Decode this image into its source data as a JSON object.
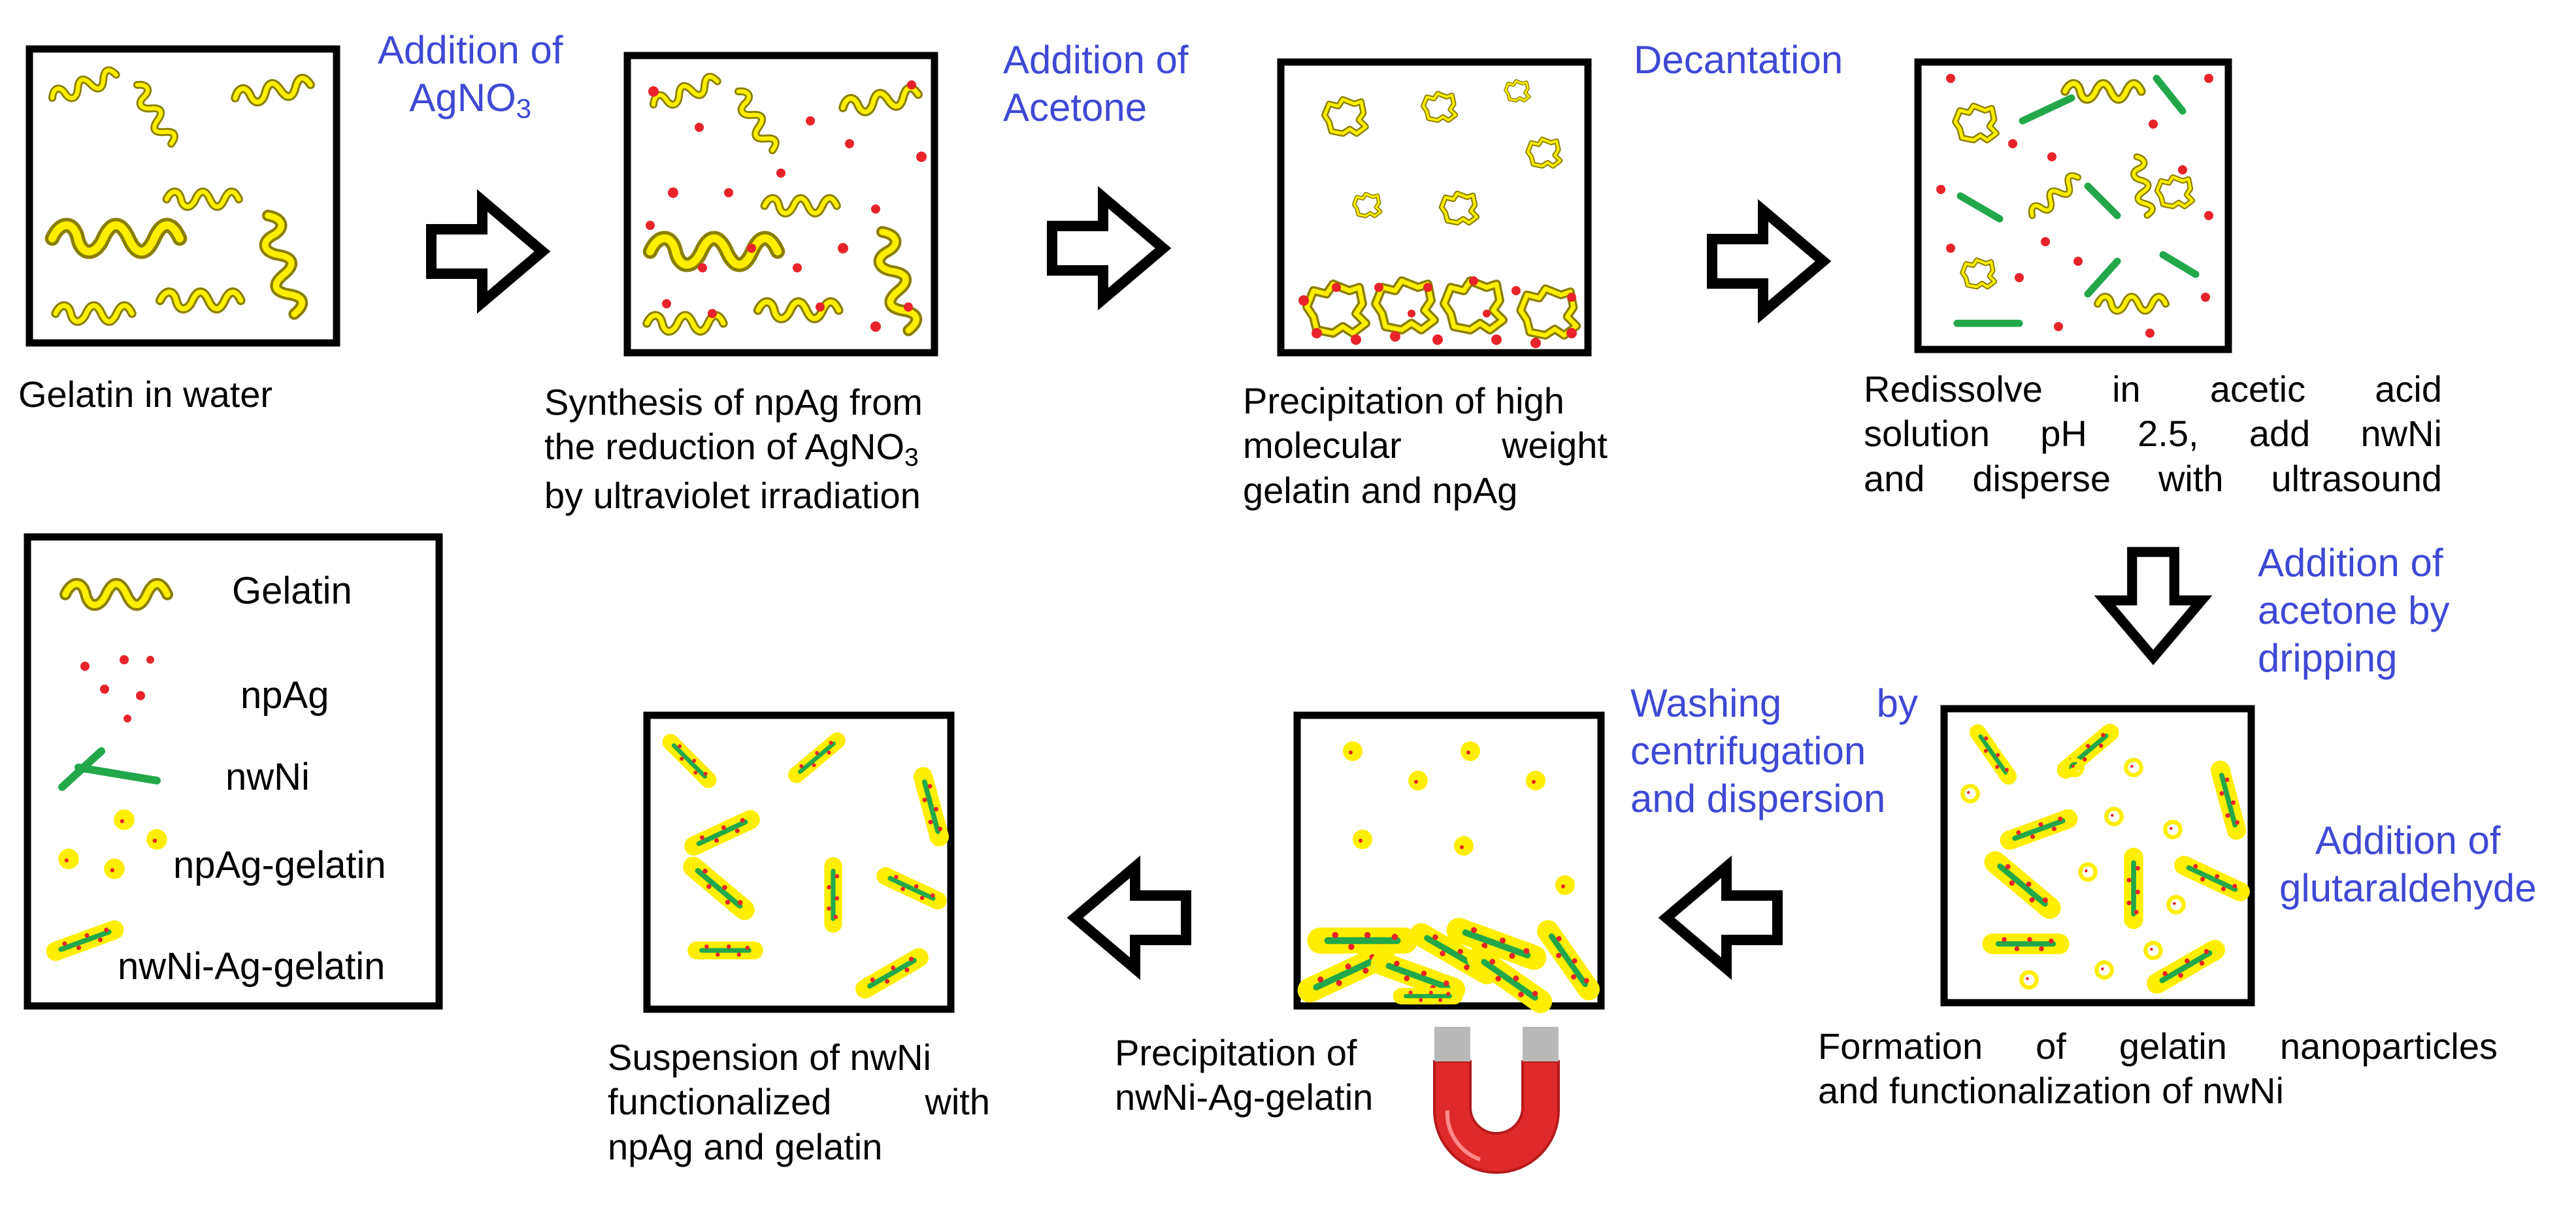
{
  "colors": {
    "stepnote_text": "#3f49d4",
    "gelatin_fill": "#ffee00",
    "gelatin_outline": "#a89a00",
    "npag": "#e8232a",
    "nwni": "#22a84a",
    "magnet_body": "#e02a2a",
    "magnet_poles": "#b9b9b9"
  },
  "steps": [
    {
      "caption": [
        "Gelatin in water"
      ]
    },
    {
      "caption": [
        "Synthesis of npAg from",
        "the reduction of AgNO",
        "by ultraviolet irradiation"
      ],
      "caption_sub": "3"
    },
    {
      "caption": [
        "Precipitation of high",
        "molecular weight",
        "gelatin and npAg"
      ]
    },
    {
      "caption": [
        "Redissolve in acetic acid",
        "solution pH 2.5, add nwNi",
        "and disperse with ultrasound"
      ]
    },
    {
      "caption": [
        "Formation of gelatin nanoparticles",
        "and functionalization of nwNi"
      ]
    },
    {
      "caption": [
        "Precipitation of",
        "nwNi-Ag-gelatin"
      ]
    },
    {
      "caption": [
        "Suspension of nwNi",
        "functionalized with",
        "npAg and gelatin"
      ]
    }
  ],
  "step_notes": [
    {
      "lines": [
        "Addition of",
        "AgNO"
      ],
      "sub": "3"
    },
    {
      "lines": [
        "Addition of",
        "Acetone"
      ]
    },
    {
      "lines": [
        "Decantation"
      ]
    },
    {
      "lines": [
        "Addition of",
        "acetone by",
        "dripping"
      ]
    },
    {
      "lines": [
        "Addition of",
        "glutaraldehyde"
      ]
    },
    {
      "lines": [
        "Washing by",
        "centrifugation",
        "and dispersion"
      ]
    }
  ],
  "legend": [
    {
      "icon": "gelatin-chain-icon",
      "label": "Gelatin"
    },
    {
      "icon": "npag-dots-icon",
      "label": "npAg"
    },
    {
      "icon": "nwni-wires-icon",
      "label": "nwNi"
    },
    {
      "icon": "npag-gelatin-particles-icon",
      "label": "npAg-gelatin"
    },
    {
      "icon": "nwni-ag-gelatin-icon",
      "label": "nwNi-Ag-gelatin"
    }
  ]
}
